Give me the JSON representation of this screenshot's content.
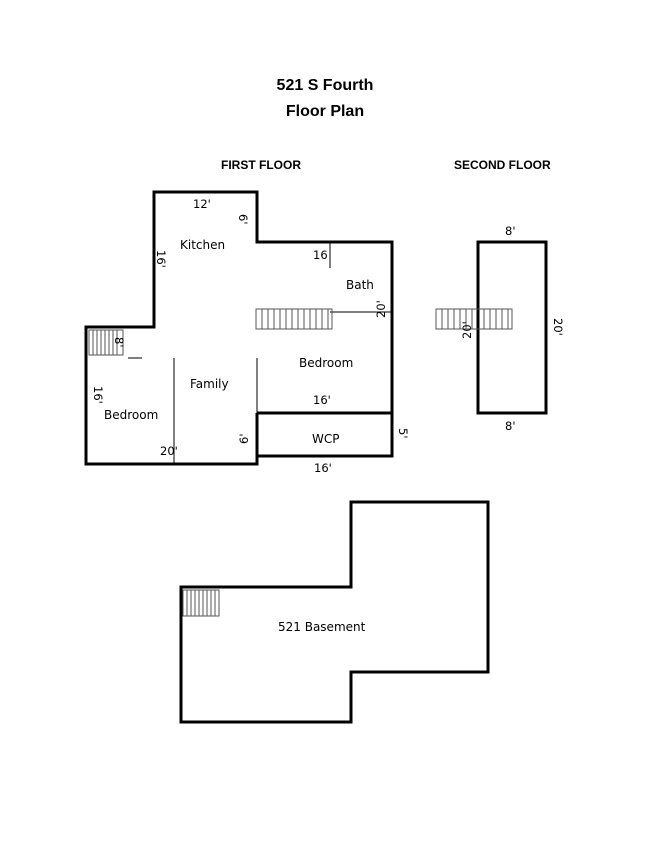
{
  "title_line1": "521 S Fourth",
  "title_line2": "Floor Plan",
  "first_floor": {
    "label": "FIRST FLOOR",
    "rooms": {
      "kitchen": "Kitchen",
      "bath": "Bath",
      "bedroom_right": "Bedroom",
      "family": "Family",
      "bedroom_left": "Bedroom",
      "wcp": "WCP"
    },
    "dims": {
      "kitchen_width": "12'",
      "kitchen_step": "6'",
      "kitchen_height": "16'",
      "bath_width": "16",
      "right_height": "20'",
      "stair_small": "8'",
      "left_height": "16'",
      "bottom_left_width": "20'",
      "wcp_step": "6'",
      "bedroom_width": "16'",
      "wcp_height": "5'",
      "bottom_right_width": "16'"
    }
  },
  "second_floor": {
    "label": "SECOND FLOOR",
    "dims": {
      "top_width": "8'",
      "bottom_width": "8'",
      "right_height": "20'",
      "left_height": "20'"
    }
  },
  "basement": {
    "label": "521 Basement"
  },
  "colors": {
    "wall": "#000000",
    "stair": "#555555"
  }
}
